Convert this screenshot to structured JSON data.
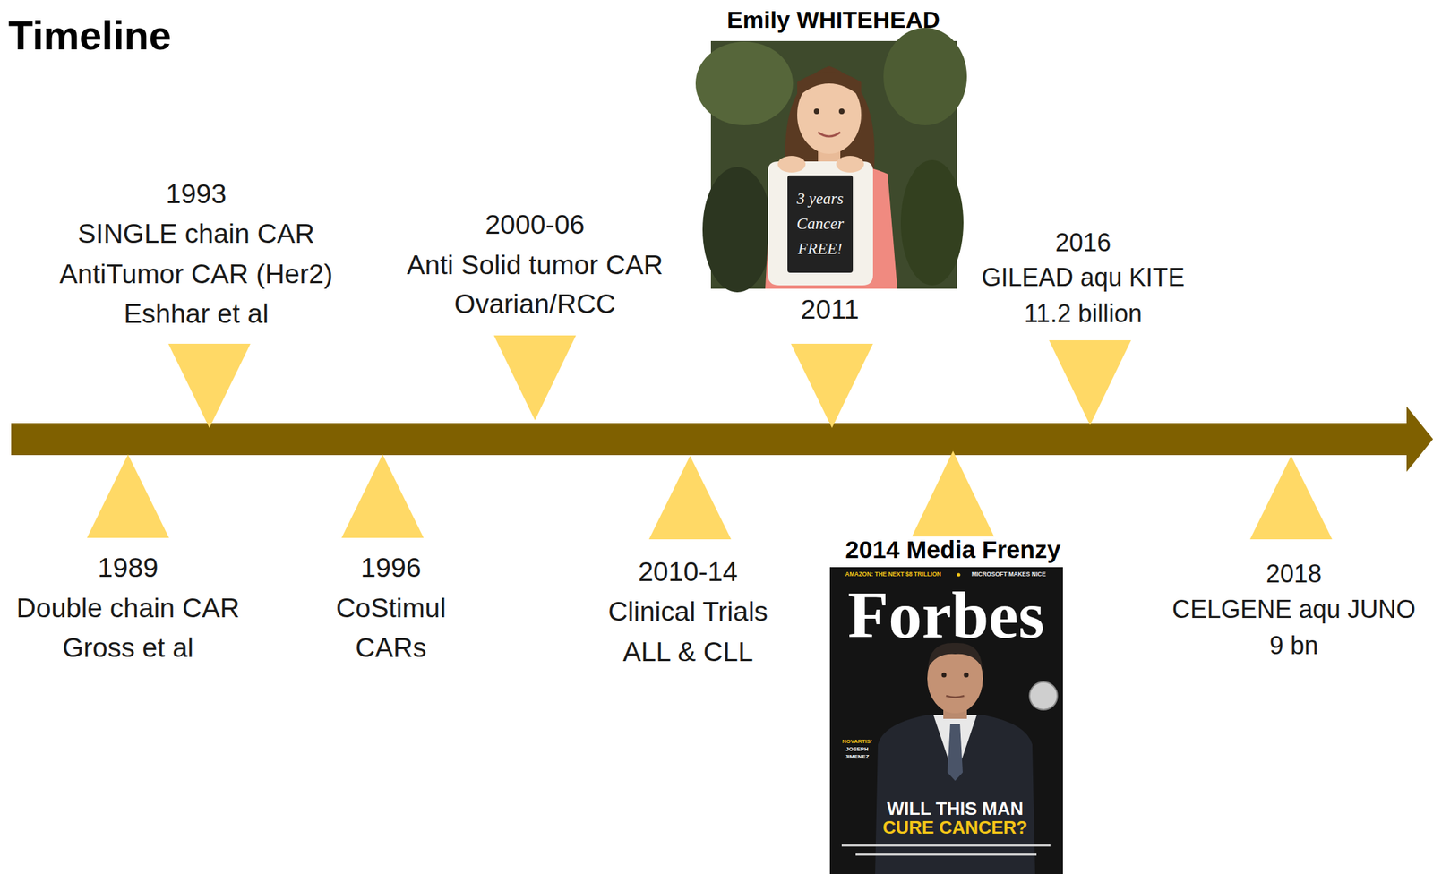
{
  "diagram": {
    "title": "Timeline",
    "labels": [
      "1993",
      "SINGLE chain CAR",
      "AntiTumor CAR (Her2)",
      "Eshhar et al",
      "2000-06",
      "Anti Solid tumor CAR",
      "Ovarian/RCC",
      "Emily WHITEHEAD",
      "3 years",
      "Cancer",
      "FREE!",
      "2011",
      "2016",
      "GILEAD aqu KITE",
      "11.2 billion",
      "1989",
      "Double chain CAR",
      "Gross et al",
      "1996",
      "CoStimul",
      "CARs",
      "2010-14",
      "Clinical Trials",
      "ALL & CLL",
      "2014 Media Frenzy",
      "AMAZON: THE NEXT $8 TRILLION",
      "MICROSOFT MAKES NICE",
      "Forbes",
      "NOVARTIS'",
      "JOSEPH",
      "JIMENEZ",
      "WILL THIS MAN",
      "CURE CANCER?",
      "2018",
      "CELGENE aqu JUNO",
      "9 bn"
    ]
  }
}
